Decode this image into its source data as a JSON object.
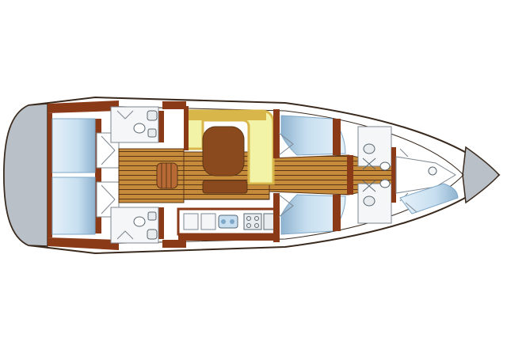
{
  "diagram": {
    "kind": "sailboat layout plan",
    "colors": {
      "hull_outline": "#3a2a1e",
      "hull_fill": "#ffffff",
      "bow_stern_fill": "#b9c0c8",
      "woodwork": "#8b3a18",
      "woodwork_light": "#b86a35",
      "floor_teak": "#c58a3a",
      "floor_plank_line": "#5a3515",
      "berth_blue": "#c7dff0",
      "berth_blue_dark": "#7fa7c7",
      "saloon_seat_yellow": "#f3f3a8",
      "saloon_seat_outline": "#d4c55a",
      "saloon_accent": "#d9b64a",
      "table_brown": "#8b4a1e",
      "fixture_grey": "#e9ecef",
      "fixture_outline": "#7d8790"
    },
    "cabin_count": 5,
    "head_count": 4
  }
}
